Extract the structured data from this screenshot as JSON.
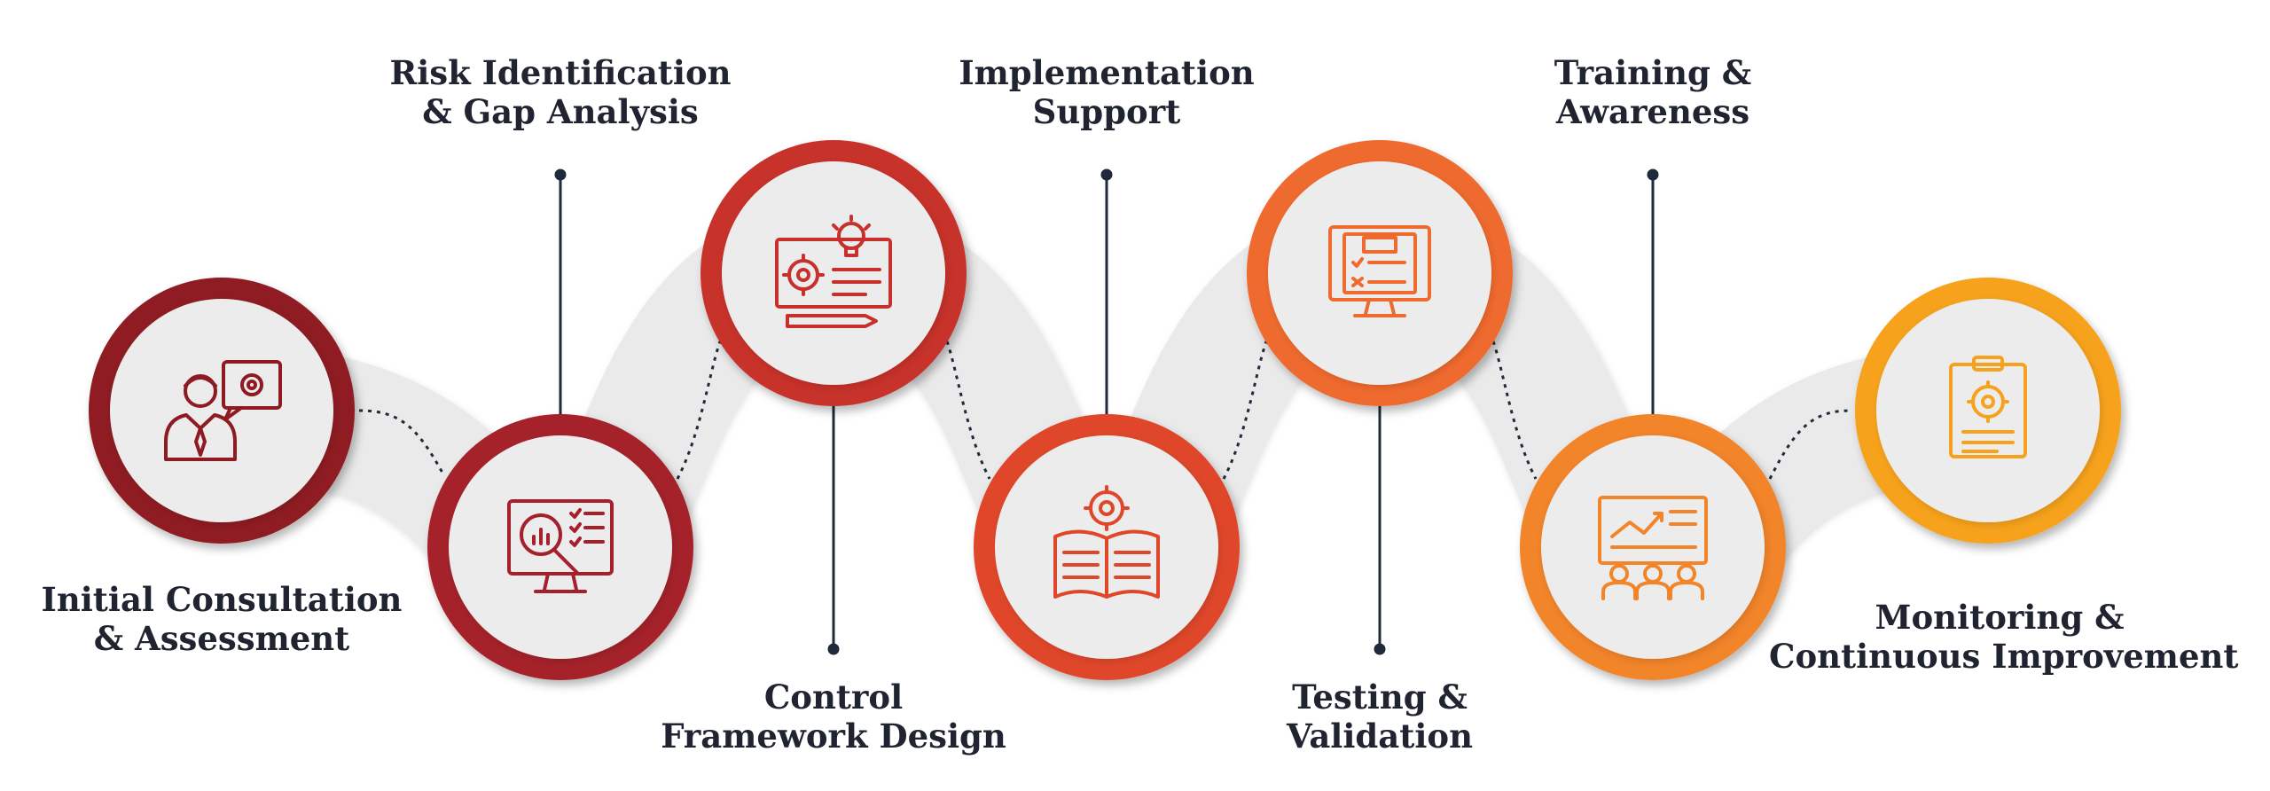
{
  "steps": [
    {
      "label_lines": [
        "Initial Consultation",
        "& Assessment"
      ],
      "icon": "consultant-gear-icon",
      "color": "#8e1b22"
    },
    {
      "label_lines": [
        "Risk Identification",
        "& Gap Analysis"
      ],
      "icon": "monitor-analysis-checklist-icon",
      "color": "#a5202b"
    },
    {
      "label_lines": [
        "Control",
        "Framework Design"
      ],
      "icon": "blueprint-lightbulb-gear-icon",
      "color": "#c7302b"
    },
    {
      "label_lines": [
        "Implementation",
        "Support"
      ],
      "icon": "open-book-gear-icon",
      "color": "#e0472a"
    },
    {
      "label_lines": [
        "Testing &",
        "Validation"
      ],
      "icon": "monitor-checklist-icon",
      "color": "#ef6a2e"
    },
    {
      "label_lines": [
        "Training &",
        "Awareness"
      ],
      "icon": "presentation-audience-icon",
      "color": "#f2842a"
    },
    {
      "label_lines": [
        "Monitoring &",
        "Continuous Improvement"
      ],
      "icon": "clipboard-gear-icon",
      "color": "#f6a21d"
    }
  ]
}
